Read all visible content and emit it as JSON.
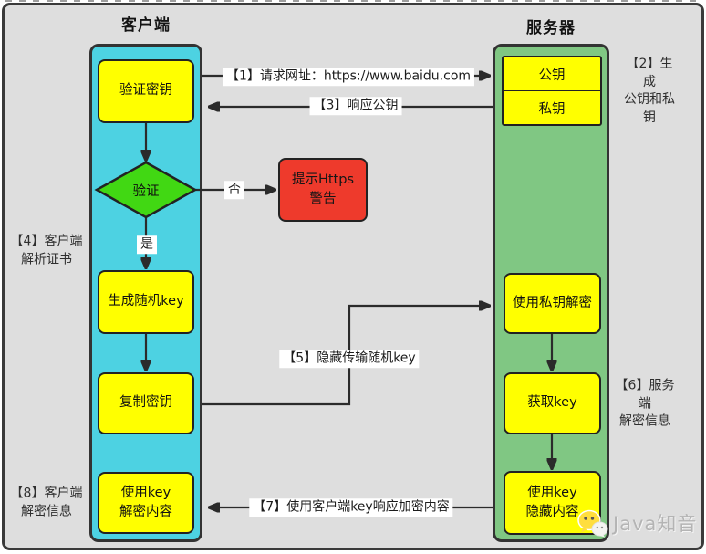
{
  "titles": {
    "client": "客户端",
    "server": "服务器"
  },
  "nodes": {
    "verify_key": "验证密钥",
    "decision": "验证",
    "gen_random_key": "生成随机key",
    "copy_key": "复制密钥",
    "use_key_decrypt": "使用key\n解密内容",
    "public_key": "公钥",
    "private_key": "私钥",
    "private_key_decrypt": "使用私钥解密",
    "get_key": "获取key",
    "use_key_hide": "使用key\n隐藏内容",
    "https_warning": "提示Https\n警告"
  },
  "edge_labels": {
    "step1": "【1】请求网址：https://www.baidu.com",
    "step3": "【3】响应公钥",
    "step5": "【5】隐藏传输随机key",
    "step7": "【7】使用客户端key响应加密内容",
    "no": "否",
    "yes": "是"
  },
  "side_labels": {
    "step2": "【2】生成\n公钥和私钥",
    "step4": "【4】客户端\n解析证书",
    "step6": "【6】服务端\n解密信息",
    "step8": "【8】客户端\n解密信息"
  },
  "watermark": {
    "text": "Java知音"
  },
  "colors": {
    "bg": "#DEDEDE",
    "frame_border": "#3A3A3A",
    "client_fill": "#4DD2E2",
    "server_fill": "#80C783",
    "node_fill": "#FFFF00",
    "decision_fill": "#41D813",
    "warning_fill": "#EE3A2C",
    "line": "#2B2B2B",
    "watermark_text": "#B4B4B4"
  }
}
